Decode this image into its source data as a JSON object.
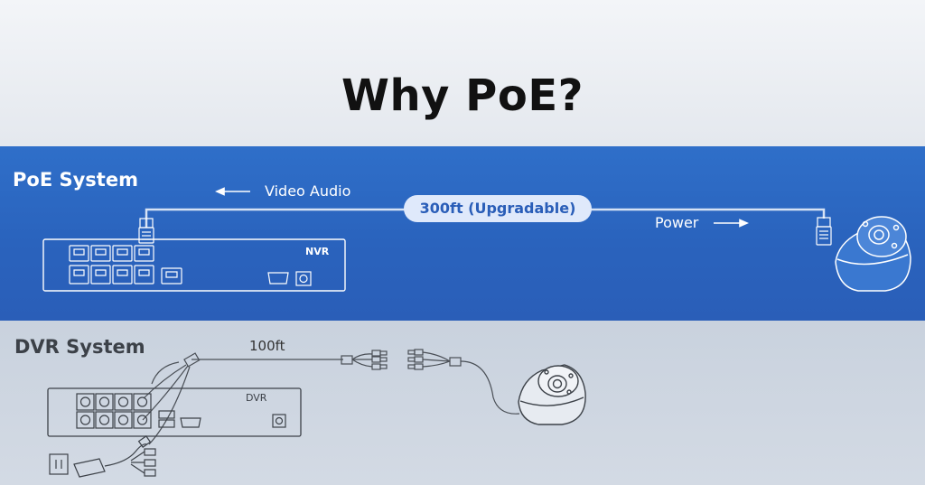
{
  "title": "Why PoE?",
  "poe": {
    "heading": "PoE System",
    "left_label": "Video Audio",
    "cable_label": "300ft (Upgradable)",
    "right_label": "Power",
    "device_label": "NVR"
  },
  "dvr": {
    "heading": "DVR System",
    "cable_label": "100ft",
    "device_label": "DVR"
  },
  "colors": {
    "poe_band": "#2a63bd",
    "dvr_band": "#cdd5e0",
    "title_text": "#111111",
    "pill_bg": "#dfe9fb",
    "pill_text": "#2a5eb8"
  }
}
